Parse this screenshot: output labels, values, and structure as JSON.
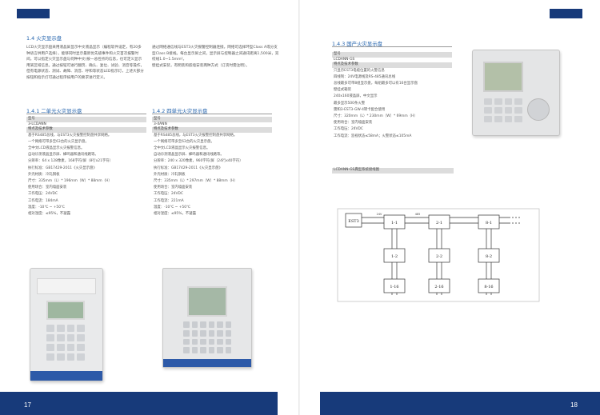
{
  "left": {
    "page_number": "17",
    "section_title": "1.4 火灾显示盘",
    "intro_left": "LCD火灾显示盘采用液晶屏显示中文液晶显示（编程软件设定，有20多种语言供用户选择），能够同时显示最新优先级事件和火灾首次报警时间。可以指定火灾显示盘与何种中文(按一总控点的信息，也可定义显示用某区域信息。通过按钮可进行翻页、确认、复位、试验、消音等操作，但有电源状态、测试、故障、消音、呼和等状态LED指示灯，上述大部分按钮和指示灯可通过程序按用户的要求进行定义。",
    "intro_right": "通过网络通信线与EST3火灾报警控制器连接。网络可选择环型Class A或分支型Class B接线。每台显示屏之间，显示屏与控制器之间通讯距离1,500米，双绞线1.0~1.5mm²。\n壁挂式安装，有明装和嵌墙安装两种方式（订货时需注明）。",
    "product_a": {
      "title": "1.4.1 二单元火灾显示盘",
      "model_label": "型号",
      "model_value": "3-LCDANN",
      "features_label": "特点及技术参数",
      "lines": [
        "基于RS485总线，与EST3火灾报警控制盘共享网络。",
        "一个网络可带多至63台的火灾显示盘。",
        "全中文LCD液晶显示火灾报警信息。",
        "自动诊测液晶显示屏、蜂鸣器和通讯线路等。",
        "分辨率：64 x 128像素，168字符/屏（8行x21字符）",
        "执行标准：GB17429-2011《火灾显示盘》",
        "外壳材质：冷轧钢板",
        "尺寸：335mm（L）* 196mm（W）* 88mm（H）",
        "使用场合：室内墙面安装",
        "工作电压：24VDC",
        "工作电流：184mA",
        "温度：-10℃ ~ +50℃",
        "相对湿度：≤95%，不凝露"
      ]
    },
    "product_b": {
      "title": "1.4.2 四单元火灾显示盘",
      "model_label": "型号",
      "model_value": "3-4ANN",
      "features_label": "特点及技术参数",
      "lines": [
        "基于RS485总线，与EST3火灾报警控制盘共享网络。",
        "一个网络可带多至63台的火灾显示盘。",
        "全中文LCD液晶显示火灾报警信息。",
        "自动诊测液晶显示屏、蜂鸣器和通讯线路等。",
        "分辨率：240 x 320像素，960字符/屏（24行x40字符）",
        "执行标准：GB17429-2011《火灾显示盘》",
        "外壳材质：冷轧钢板",
        "尺寸：335mm（L）* 297mm（W）* 88mm（H）",
        "使用场合：室内墙面安装",
        "工作电压：24VDC",
        "工作电流：221mA",
        "温度：-10℃ ~ +50℃",
        "相对湿度：≤95%，不凝露"
      ]
    }
  },
  "right": {
    "page_number": "18",
    "product_c": {
      "title": "1.4.3 国产火灾显示盘",
      "model_label": "型号",
      "model_value": "LCDANN-GS",
      "features_label": "特点及技术参数",
      "lines": [
        "只显示EST3电缆位置的火警信息",
        "四线制：24V电源线及RS-485通讯总线",
        "总线最多可带8组显示盘，每组最多可以有16台显示盘",
        "壁挂式箱装",
        "240x160液晶屏，中文显示",
        "最多显示500条火警",
        "需和3-EST3-GW-4转卡配合使用",
        "尺寸：320mm（L）* 230mm（W）* 69mm（H）",
        "使用场合：室内墙面安装",
        "工作电压：24VDC",
        "工作电流：监视状态≤58mA；火警状态≤105mA"
      ]
    },
    "diagram_caption": "LCDANN-GS典型系统接线图",
    "diagram": {
      "controller": "EST3",
      "nodes": [
        "1-1",
        "2-1",
        "8-1",
        "1-2",
        "2-2",
        "8-2",
        "1-16",
        "2-16",
        "8-16"
      ],
      "bus_labels": [
        "24V",
        "485"
      ]
    }
  }
}
